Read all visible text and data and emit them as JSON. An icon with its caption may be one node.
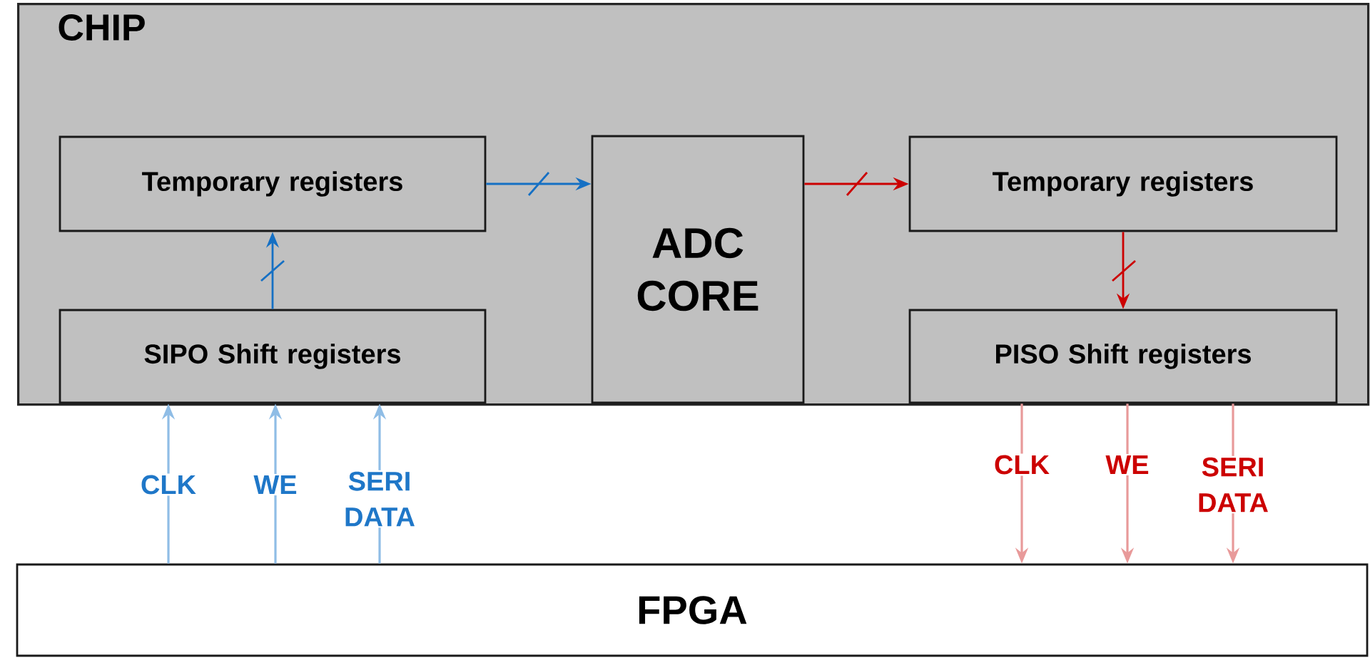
{
  "diagram": {
    "nodes": [
      {
        "text": [
          "CHIP"
        ]
      },
      {
        "text": [
          "Temporary registers"
        ],
        "in": 0
      },
      {
        "text": [
          "ADC CORE"
        ],
        "in": 0
      },
      {
        "text": [
          "Temporary registers"
        ],
        "in": 0
      },
      {
        "text": [
          "SIPO Shift registers"
        ],
        "in": 0
      },
      {
        "text": [
          "PISO Shift registers"
        ],
        "in": 0
      },
      {
        "text": [
          "FPGA"
        ]
      }
    ],
    "edges": [
      {
        "from": 4,
        "to": 1,
        "arrow": "to",
        "color": "#1570c4"
      },
      {
        "from": 1,
        "to": 2,
        "arrow": "to",
        "color": "#1570c4"
      },
      {
        "from": 2,
        "to": 3,
        "arrow": "to",
        "color": "#cc0000"
      },
      {
        "from": 3,
        "to": 5,
        "arrow": "to",
        "color": "#cc0000"
      },
      {
        "from": 6,
        "to": 4,
        "arrow": "to",
        "label": "CLK",
        "color": "#8fbde6"
      },
      {
        "from": 6,
        "to": 4,
        "arrow": "to",
        "label": "WE",
        "color": "#8fbde6"
      },
      {
        "from": 6,
        "to": 4,
        "arrow": "to",
        "label": "SERI DATA",
        "color": "#8fbde6"
      },
      {
        "from": 5,
        "to": 6,
        "arrow": "to",
        "label": "CLK",
        "color": "#e89a9a"
      },
      {
        "from": 5,
        "to": 6,
        "arrow": "to",
        "label": "WE",
        "color": "#e89a9a"
      },
      {
        "from": 5,
        "to": 6,
        "arrow": "to",
        "label": "SERI DATA",
        "color": "#e89a9a"
      }
    ]
  }
}
